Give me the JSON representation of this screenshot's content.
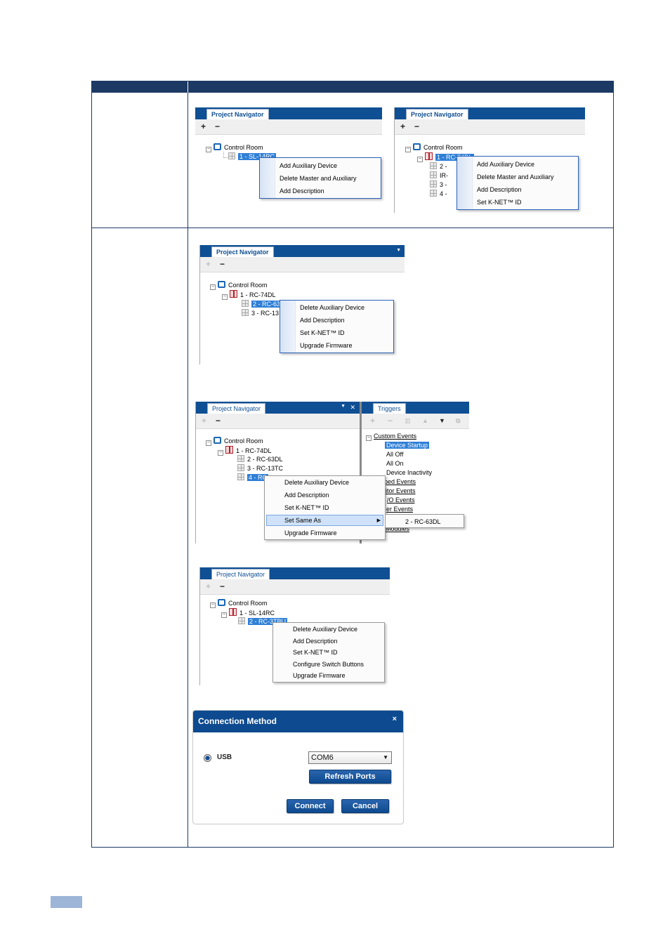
{
  "project_navigator": {
    "title": "Project Navigator",
    "add": "+",
    "remove": "−"
  },
  "triggers": {
    "title": "Triggers"
  },
  "tree": {
    "room": "Control Room",
    "sl14rc": "1 - SL-14RC",
    "rc74dl_clip": "1 - RC-74DL",
    "rc74dl": "1 - RC-74DL",
    "rc63dl": "2 - RC-63DL",
    "rc63dl_clip": "2 - RC-63",
    "rc13_clip": "3 - RC-13",
    "rc13tc": "3 - RC-13TC",
    "r4_clip": "4 - RC",
    "rc3tbu_clip": "2 - RC-3TBU",
    "p2_a": "2 -",
    "p2_b": "IR-",
    "p2_c": "3 -",
    "p2_d": "4 -"
  },
  "menus": {
    "add_aux": "Add Auxiliary Device",
    "delete_master_aux": "Delete Master and Auxiliary",
    "add_desc": "Add Description",
    "set_knet": "Set K-NET™ ID",
    "delete_aux": "Delete Auxiliary Device",
    "upgrade_fw": "Upgrade Firmware",
    "set_same_as": "Set Same As",
    "configure_switch": "Configure Switch Buttons",
    "submenu_item": "2 - RC-63DL"
  },
  "trigger_tree": {
    "custom_events": "Custom Events",
    "device_startup": "Device Startup",
    "all_off": "All Off",
    "all_on": "All On",
    "device_inactivity": "Device Inactivity",
    "stepped_events": "ped Events",
    "monitor_events": "itor Events",
    "io_events": "/O Events",
    "user_events": "er Events",
    "modules": "Modules"
  },
  "dialog": {
    "title": "Connection Method",
    "close": "×",
    "usb_label": "USB",
    "port_value": "COM6",
    "refresh_button": "Refresh Ports",
    "connect_button": "Connect",
    "cancel_button": "Cancel"
  },
  "colors": {
    "header": "#1c3a63",
    "panel_bar": "#0f4f93",
    "selection": "#2f7fd6",
    "page_tab": "#9db5d6"
  }
}
